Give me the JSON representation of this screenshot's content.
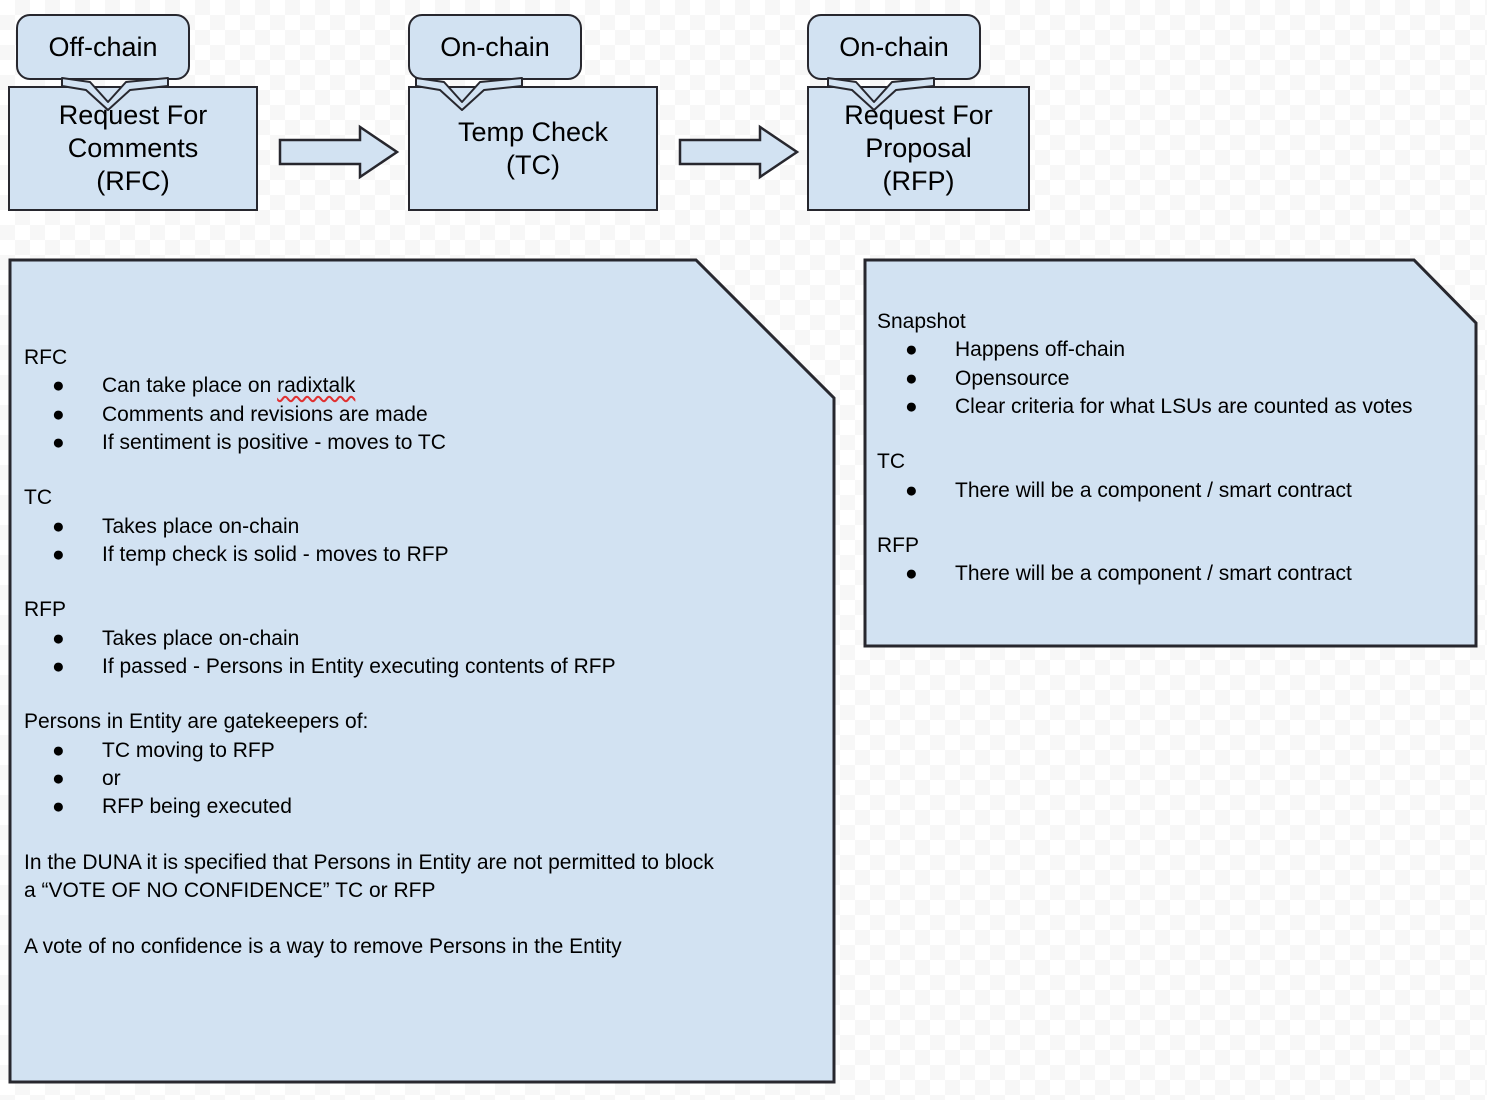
{
  "flow": {
    "steps": [
      {
        "id": "rfc",
        "callout_label": "Off-chain",
        "box_label": "Request For\nComments\n(RFC)"
      },
      {
        "id": "tc",
        "callout_label": "On-chain",
        "box_label": "Temp Check\n(TC)"
      },
      {
        "id": "rfp",
        "callout_label": "On-chain",
        "box_label": "Request For\nProposal\n(RFP)"
      }
    ],
    "connectors": [
      {
        "id": "arrow-rfc-to-tc",
        "direction": "right"
      },
      {
        "id": "arrow-tc-to-rfp",
        "direction": "right"
      }
    ]
  },
  "left_panel": {
    "sections": [
      {
        "heading": "RFC",
        "bullets": [
          "Can take place on radixtalk",
          "Comments and revisions are made",
          "If sentiment is positive - moves to TC"
        ],
        "misspelled": "radixtalk"
      },
      {
        "heading": "TC",
        "bullets": [
          "Takes place on-chain",
          "If temp check is solid - moves to RFP"
        ]
      },
      {
        "heading": "RFP",
        "bullets": [
          "Takes place on-chain",
          "If passed - Persons in Entity executing contents of RFP"
        ]
      },
      {
        "heading": "Persons in Entity are gatekeepers of:",
        "bullets": [
          "TC moving to RFP",
          "or",
          "RFP being executed"
        ]
      }
    ],
    "paragraphs": [
      "In the DUNA it is specified that Persons in Entity are not permitted to block a “VOTE OF NO CONFIDENCE” TC or RFP",
      "A vote of no confidence is a way to remove Persons in the Entity"
    ]
  },
  "right_panel": {
    "sections": [
      {
        "heading": "Snapshot",
        "bullets": [
          "Happens off-chain",
          "Opensource",
          "Clear criteria for what LSUs are counted as votes"
        ]
      },
      {
        "heading": "TC",
        "bullets": [
          "There will be a component / smart contract"
        ]
      },
      {
        "heading": "RFP",
        "bullets": [
          "There will be a component / smart contract"
        ]
      }
    ]
  },
  "style": {
    "fill": "#d2e2f2",
    "stroke": "#27272e",
    "text": "#000000",
    "spellcheck_underline": "#e03131",
    "bullet_glyph": "●"
  }
}
